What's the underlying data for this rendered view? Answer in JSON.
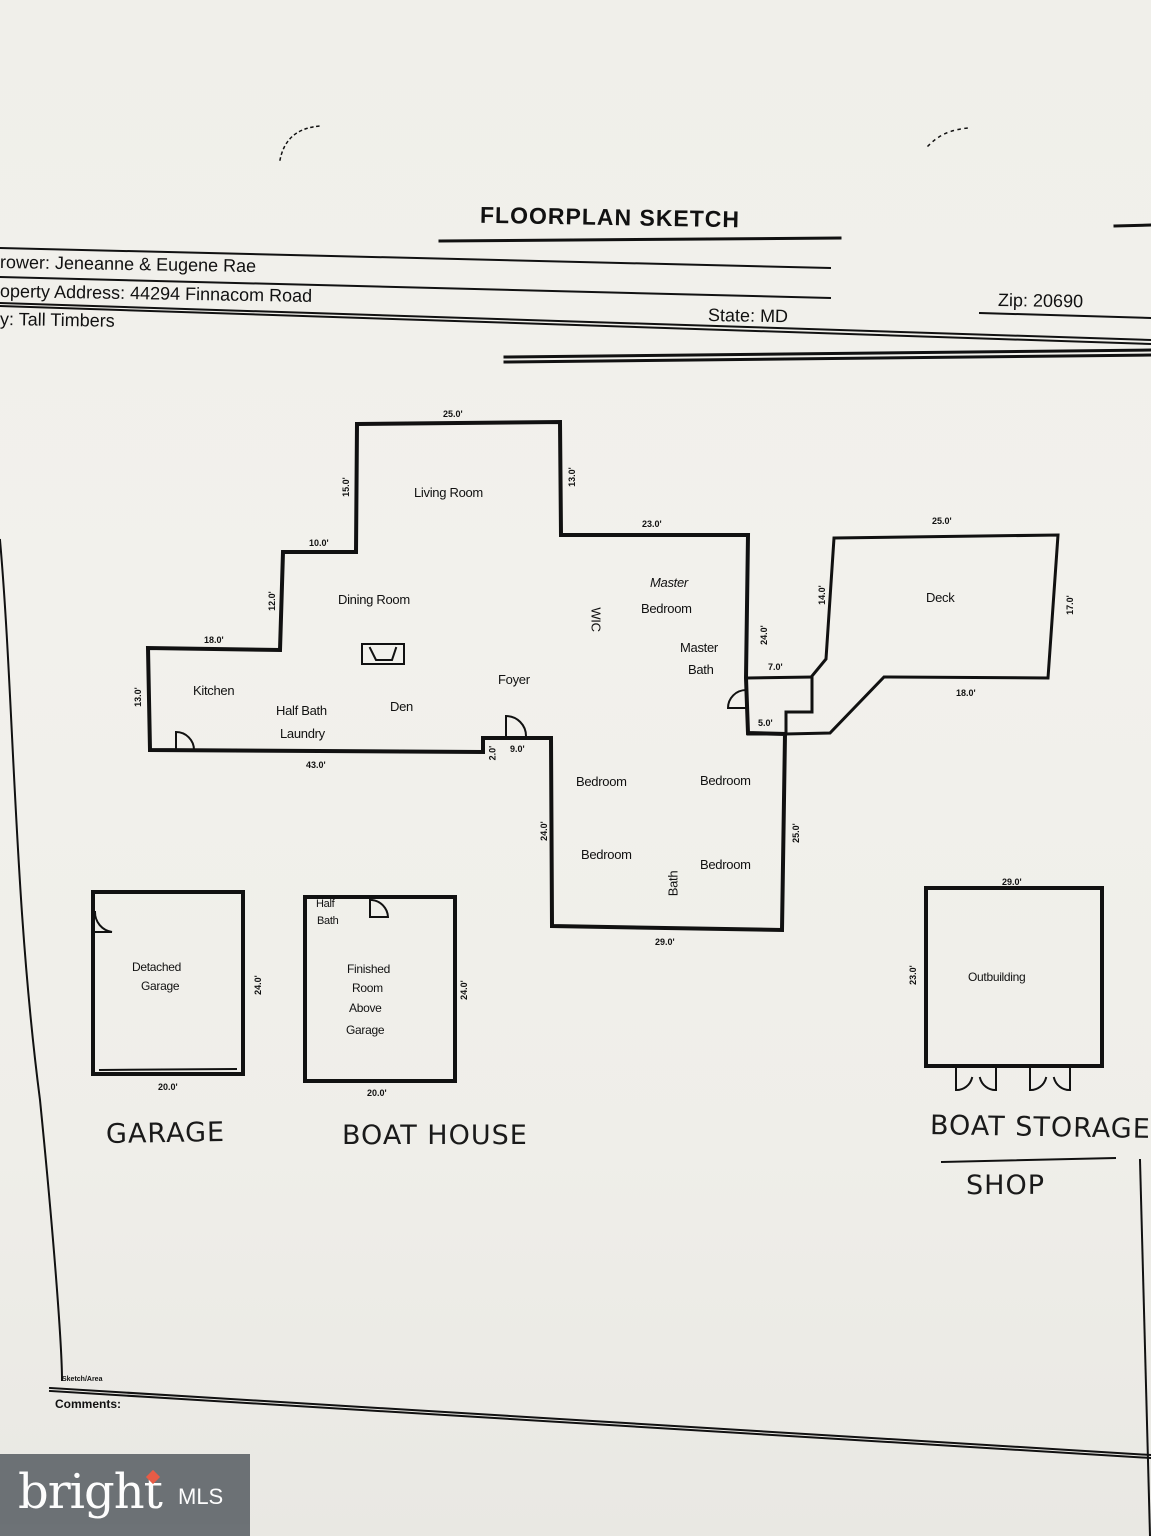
{
  "header": {
    "title": "FLOORPLAN SKETCH",
    "borrower": "rower: Jeneanne & Eugene Rae",
    "address": "operty Address: 44294 Finnacom Road",
    "city": "y: Tall Timbers",
    "state": "State: MD",
    "zip": "Zip: 20690"
  },
  "rooms": {
    "living_room": "Living Room",
    "dining_room": "Dining Room",
    "kitchen": "Kitchen",
    "half_bath": "Half Bath",
    "laundry": "Laundry",
    "den": "Den",
    "foyer": "Foyer",
    "wic": "WIC",
    "master": "Master",
    "bedroom_label": "Bedroom",
    "master_bath_1": "Master",
    "master_bath_2": "Bath",
    "deck": "Deck",
    "bedroom_1": "Bedroom",
    "bedroom_2": "Bedroom",
    "bedroom_3": "Bedroom",
    "bedroom_4": "Bedroom",
    "bath": "Bath"
  },
  "dimensions": {
    "top": "25.0'",
    "living_left": "15.0'",
    "living_right": "13.0'",
    "step_top": "10.0'",
    "master_top": "23.0'",
    "dining_left": "12.0'",
    "kitchen_top": "18.0'",
    "kitchen_left": "13.0'",
    "bottom_main": "43.0'",
    "step_bottom_v": "2.0'",
    "step_bottom_h": "9.0'",
    "master_right": "24.0'",
    "deck_top": "25.0'",
    "deck_left": "14.0'",
    "deck_right": "17.0'",
    "deck_7": "7.0'",
    "deck_18": "18.0'",
    "deck_5": "5.0'",
    "bed_left": "24.0'",
    "bed_right": "25.0'",
    "bed_bottom": "29.0'",
    "garage_right": "24.0'",
    "garage_bottom": "20.0'",
    "boat_right": "24.0'",
    "boat_bottom": "20.0'",
    "out_top": "29.0'",
    "out_left": "23.0'"
  },
  "outbuildings": {
    "garage_line1": "Detached",
    "garage_line2": "Garage",
    "boat_half_1": "Half",
    "boat_half_2": "Bath",
    "boat_l1": "Finished",
    "boat_l2": "Room",
    "boat_l3": "Above",
    "boat_l4": "Garage",
    "outbuilding": "Outbuilding"
  },
  "handwriting": {
    "garage": "GARAGE",
    "boat_house": "BOAT HOUSE",
    "boat_storage": "BOAT STORAGE",
    "shop": "SHOP"
  },
  "footer": {
    "scale": "Sketch/Area",
    "comments": "Comments:"
  },
  "watermark": {
    "word": "bright",
    "mls": "MLS"
  }
}
